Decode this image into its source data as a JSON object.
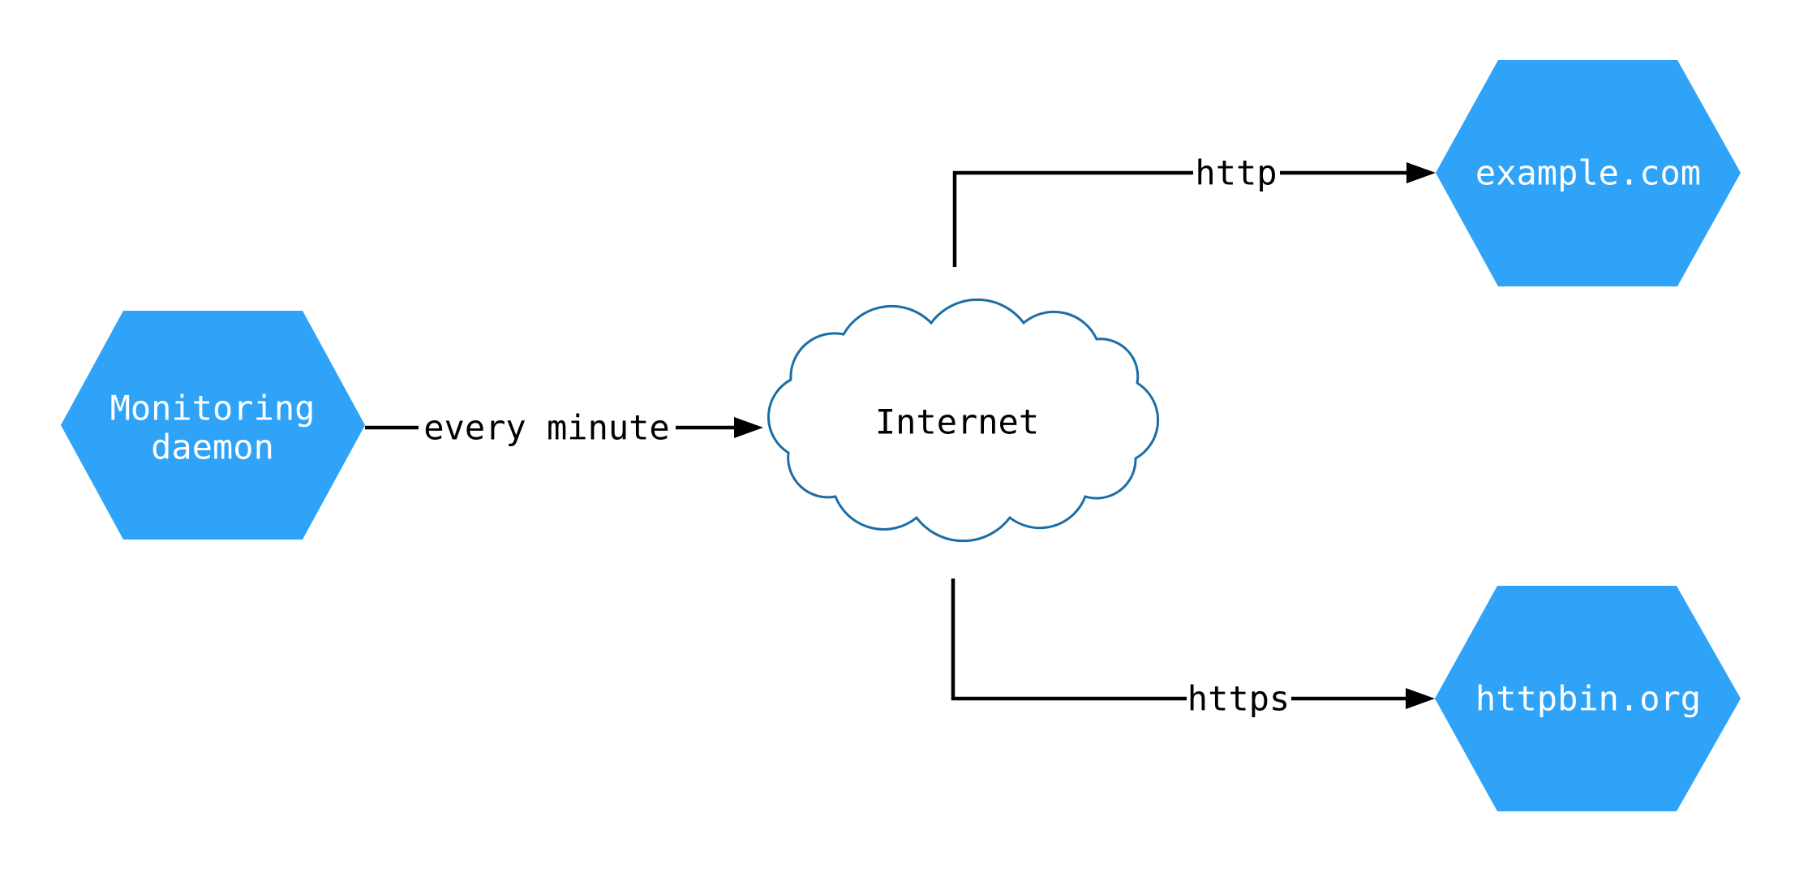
{
  "diagram": {
    "type": "network-flow-diagram",
    "nodes": {
      "monitoring_daemon": {
        "shape": "hexagon",
        "line1": "Monitoring",
        "line2": "daemon"
      },
      "internet": {
        "shape": "cloud",
        "label": "Internet"
      },
      "example_com": {
        "shape": "hexagon",
        "label": "example.com"
      },
      "httpbin_org": {
        "shape": "hexagon",
        "label": "httpbin.org"
      }
    },
    "edges": {
      "every_minute": {
        "label": "every minute",
        "from": "monitoring_daemon",
        "to": "internet"
      },
      "http": {
        "label": "http",
        "from": "internet",
        "to": "example_com"
      },
      "https": {
        "label": "https",
        "from": "internet",
        "to": "httpbin_org"
      }
    },
    "colors": {
      "node_fill": "#2fa3f7",
      "node_text": "#ffffff",
      "cloud_fill": "#ffffff",
      "cloud_stroke": "#1a6da6",
      "edge": "#000000",
      "label_text": "#000000",
      "background": "#ffffff"
    }
  }
}
